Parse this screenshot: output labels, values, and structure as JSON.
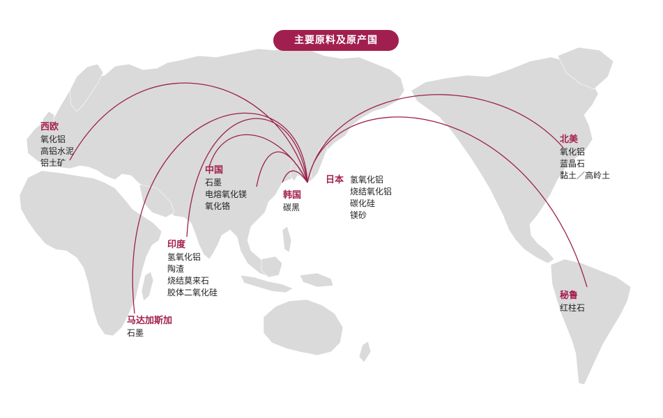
{
  "title": "主要原料及原产国",
  "colors": {
    "accent": "#a11f4e",
    "land": "#dadada",
    "arc": "#9b2147"
  },
  "regions": [
    {
      "id": "western-europe",
      "name": "西欧",
      "items": [
        "氧化铝",
        "高铝水泥",
        "铝土矿"
      ]
    },
    {
      "id": "china",
      "name": "中国",
      "items": [
        "石墨",
        "电熔氧化镁",
        "氧化铬"
      ]
    },
    {
      "id": "korea",
      "name": "韩国",
      "items": [
        "碳黑"
      ]
    },
    {
      "id": "japan",
      "name": "日本",
      "items": [
        "氢氧化铝",
        "烧结氧化铝",
        "碳化硅",
        "镁砂"
      ]
    },
    {
      "id": "north-america",
      "name": "北美",
      "items": [
        "氧化铝",
        "蓝晶石",
        "黏土／高岭土"
      ]
    },
    {
      "id": "india",
      "name": "印度",
      "items": [
        "氢氧化铝",
        "陶渣",
        "烧结莫来石",
        "胶体二氧化硅"
      ]
    },
    {
      "id": "madagascar",
      "name": "马达加斯加",
      "items": [
        "石墨"
      ]
    },
    {
      "id": "peru",
      "name": "秘鲁",
      "items": [
        "红柱石"
      ]
    }
  ]
}
